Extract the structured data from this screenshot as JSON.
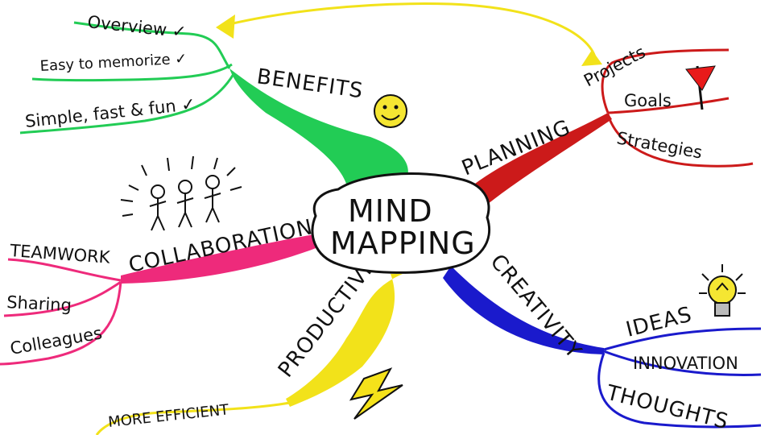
{
  "center": {
    "line1": "MIND",
    "line2": "MAPPING"
  },
  "branches": {
    "benefits": {
      "label": "BENEFITS",
      "color": "#22cc55",
      "leaves": [
        "Overview ✓",
        "Easy to memorize ✓",
        "Simple, fast & fun ✓"
      ]
    },
    "planning": {
      "label": "PLANNING",
      "color": "#cc1a1a",
      "leaves": [
        "Projects",
        "Goals",
        "Strategies"
      ]
    },
    "collaboration": {
      "label": "COLLABORATION",
      "color": "#ee2a7b",
      "leaves": [
        "TEAMWORK",
        "Sharing",
        "Colleagues"
      ]
    },
    "creativity": {
      "label": "CREATIVITY",
      "color": "#1a1acc",
      "leaves": [
        "IDEAS",
        "INNOVATION",
        "THOUGHTS"
      ]
    },
    "productivity": {
      "label": "PRODUCTIVITY",
      "color": "#f2e21a",
      "leaves": [
        "MORE EFFICIENT"
      ]
    }
  },
  "icons": {
    "smiley": "smiley-face-icon",
    "flag": "red-flag-icon",
    "people": "stick-figures-icon",
    "bulb": "light-bulb-icon",
    "bolt": "lightning-bolt-icon",
    "arrow": "yellow-arrow-icon"
  }
}
